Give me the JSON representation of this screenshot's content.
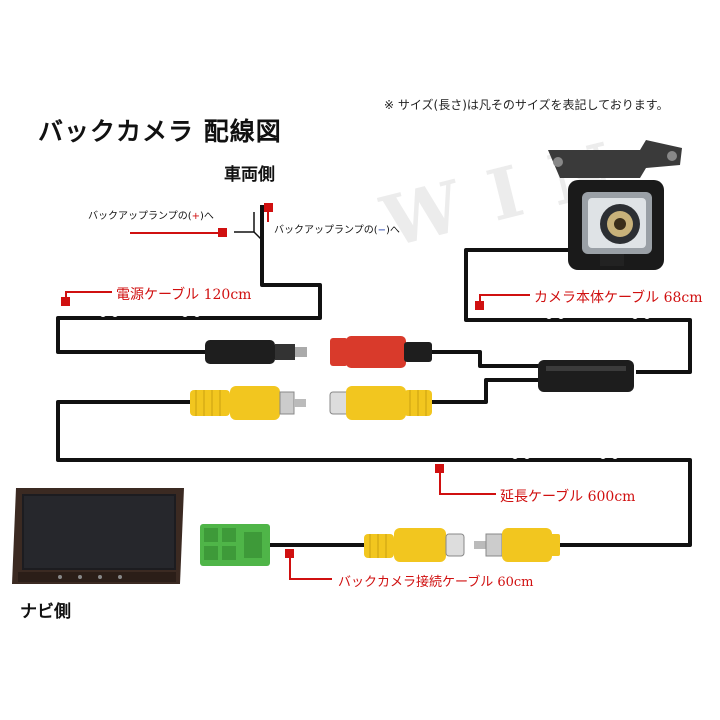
{
  "title": "バックカメラ 配線図",
  "note": "※ サイズ(長さ)は凡そのサイズを表記しております。",
  "watermark": "WIN",
  "vehicle_side": "車両側",
  "navi_side": "ナビ側",
  "backup_lamp_plus": {
    "prefix": "バックアップランプの(",
    "sign": "+",
    "suffix": ")へ"
  },
  "backup_lamp_minus": {
    "prefix": "バックアップランプの(",
    "sign": "−",
    "suffix": ")へ"
  },
  "cables": {
    "power": "電源ケーブル 120cm",
    "camera_body": "カメラ本体ケーブル 68cm",
    "extension": "延長ケーブル 600cm",
    "connection": "バックカメラ接続ケーブル 60cm"
  },
  "colors": {
    "label_red": "#d01010",
    "cable": "#111111",
    "rca_yellow": "#f2c61f",
    "dc_red": "#d93a2b",
    "navi_green": "#4fb548",
    "minus_blue": "#1a3aa8"
  }
}
